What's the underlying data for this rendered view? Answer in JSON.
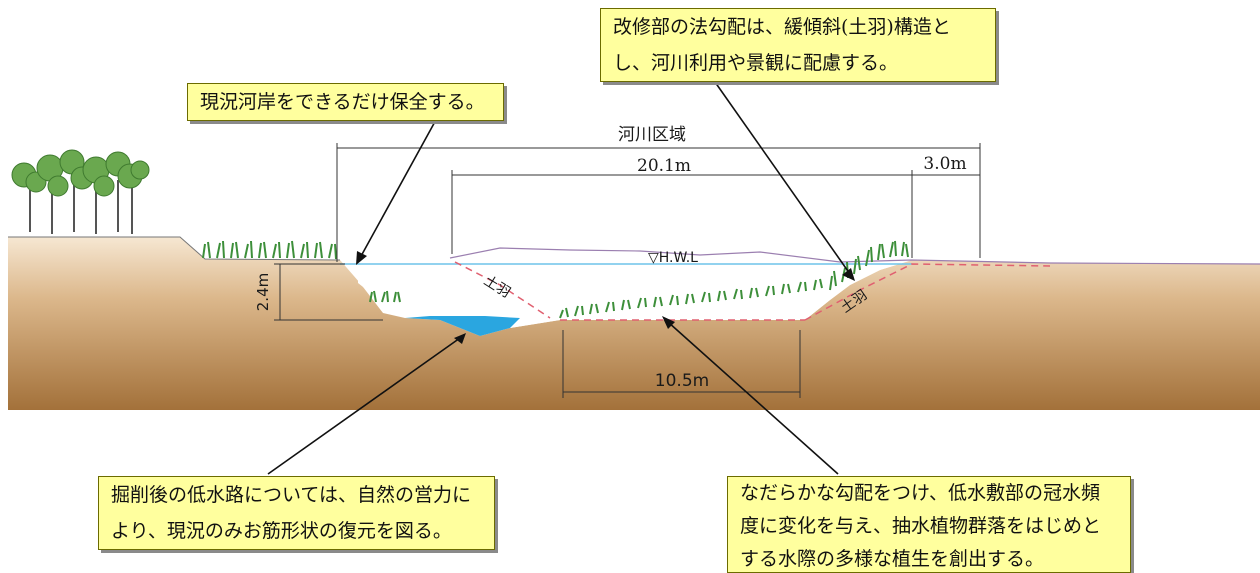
{
  "callouts": {
    "top_right": {
      "line1": "改修部の法勾配は、緩傾斜(土羽)構造と",
      "line2": "し、河川利用や景観に配慮する。"
    },
    "top_left": {
      "line1": "現況河岸をできるだけ保全する。"
    },
    "bottom_left": {
      "line1": "掘削後の低水路については、自然の営力に",
      "line2": "より、現況のみお筋形状の復元を図る。"
    },
    "bottom_right": {
      "line1": "なだらかな勾配をつけ、低水敷部の冠水頻",
      "line2": "度に変化を与え、抽水植物群落をはじめと",
      "line3": "する水際の多様な植生を創出する。"
    }
  },
  "dimensions": {
    "river_area": "河川区域",
    "channel_width": "20.1m",
    "berm_width": "3.0m",
    "depth": "2.4m",
    "low_channel_width": "10.5m",
    "water_level": "▽H.W.L",
    "embankment_left": "土羽",
    "embankment_right": "土羽"
  },
  "colors": {
    "soil_top": "#f4e3cc",
    "soil_bottom": "#a8763e",
    "water": "#2aa6e0",
    "grass": "#3d8f3a",
    "tree": "#6aa84f",
    "callout_bg": "#ffff9e",
    "dashed_line": "#e06070",
    "level_line": "#6ec4ea"
  }
}
